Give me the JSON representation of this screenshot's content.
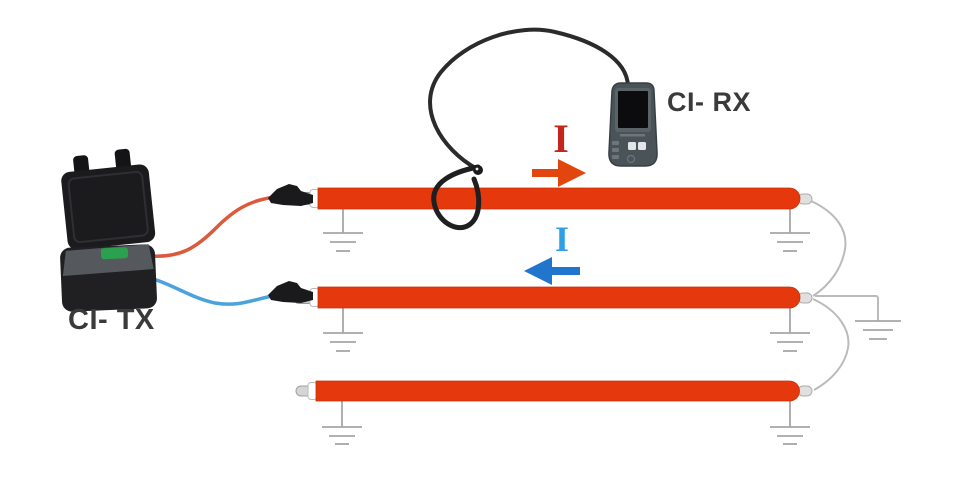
{
  "diagram": {
    "labels": {
      "transmitter": "CI- TX",
      "receiver": "CI- RX",
      "current_symbol_top": "I",
      "current_symbol_middle": "I"
    },
    "current_flow": [
      {
        "cable": "top",
        "symbol": "I",
        "direction": "right",
        "color": "#E2450E"
      },
      {
        "cable": "middle",
        "symbol": "I",
        "direction": "left",
        "color": "#1F76CC"
      }
    ],
    "colors": {
      "cable": "#E5380C",
      "arrow_red": "#E2450E",
      "current_red": "#C4261D",
      "arrow_blue": "#1F76CC",
      "current_blue": "#2FA0E4",
      "lead_red": "#DC5A3C",
      "lead_blue": "#4AA3DC",
      "ground_gray": "#A6A6A6",
      "link_wire_gray": "#BBBBBB",
      "probe_black": "#1F1F1F",
      "tx_body": "#202023",
      "tx_top": "#55595D",
      "tx_button_green": "#2AA14E",
      "rx_body": "#4A5358"
    }
  }
}
